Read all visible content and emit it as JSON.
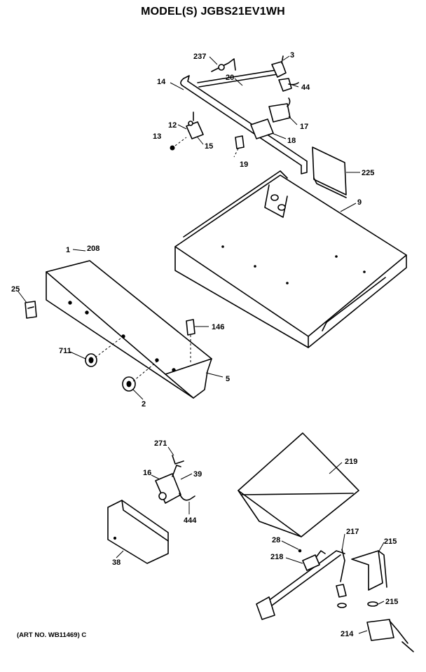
{
  "title": "MODEL(S) JGBS21EV1WH",
  "art_number": "(ART NO. WB11469) C",
  "callouts": {
    "c237": "237",
    "c3": "3",
    "c20": "20",
    "c14": "14",
    "c44a": "44",
    "c12": "12",
    "c17": "17",
    "c13": "13",
    "c15": "15",
    "c18": "18",
    "c19": "19",
    "c225": "225",
    "c9": "9",
    "c1": "1",
    "c208": "208",
    "c25": "25",
    "c146": "146",
    "c711": "711",
    "c5": "5",
    "c2": "2",
    "c271": "271",
    "c16": "16",
    "c39": "39",
    "c444": "444",
    "c38": "38",
    "c219": "219",
    "c217": "217",
    "c28": "28",
    "c218": "218",
    "c215a": "215",
    "c215b": "215",
    "c214": "214"
  }
}
